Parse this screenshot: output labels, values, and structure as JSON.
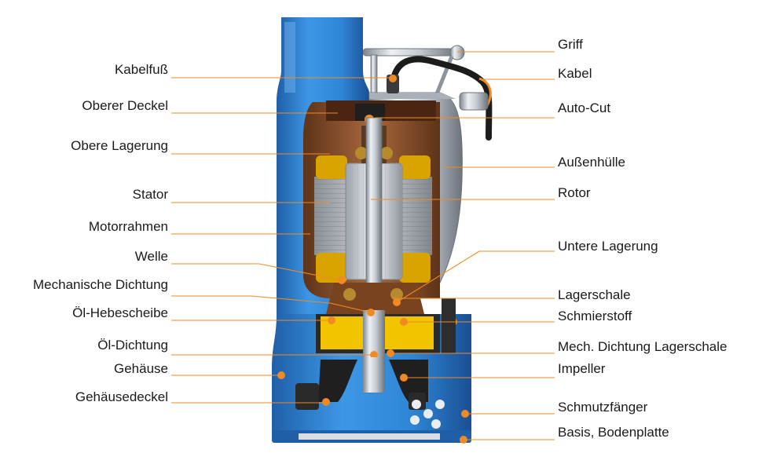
{
  "labels_left": [
    "Kabelfuß",
    "Oberer Deckel",
    "Obere Lagerung",
    "Stator",
    "Motorrahmen",
    "Welle",
    "Mechanische Dichtung",
    "Öl-Hebescheibe",
    "Öl-Dichtung",
    "Gehäuse",
    "Gehäusedeckel"
  ],
  "labels_right": [
    "Griff",
    "Kabel",
    "Auto-Cut",
    "Außenhülle",
    "Rotor",
    "Untere Lagerung",
    "Lagerschale",
    "Schmierstoff",
    "Mech. Dichtung Lagerschale",
    "Impeller",
    "Schmutzfänger",
    "Basis, Bodenplatte"
  ],
  "colors": {
    "pump_blue": "#2f86d6",
    "pump_blue_dark": "#1f5fa8",
    "motor_brown": "#8a4f2a",
    "oil_yellow": "#f2c400",
    "steel": "#b8bec6",
    "leader_orange": "#f08a24"
  }
}
